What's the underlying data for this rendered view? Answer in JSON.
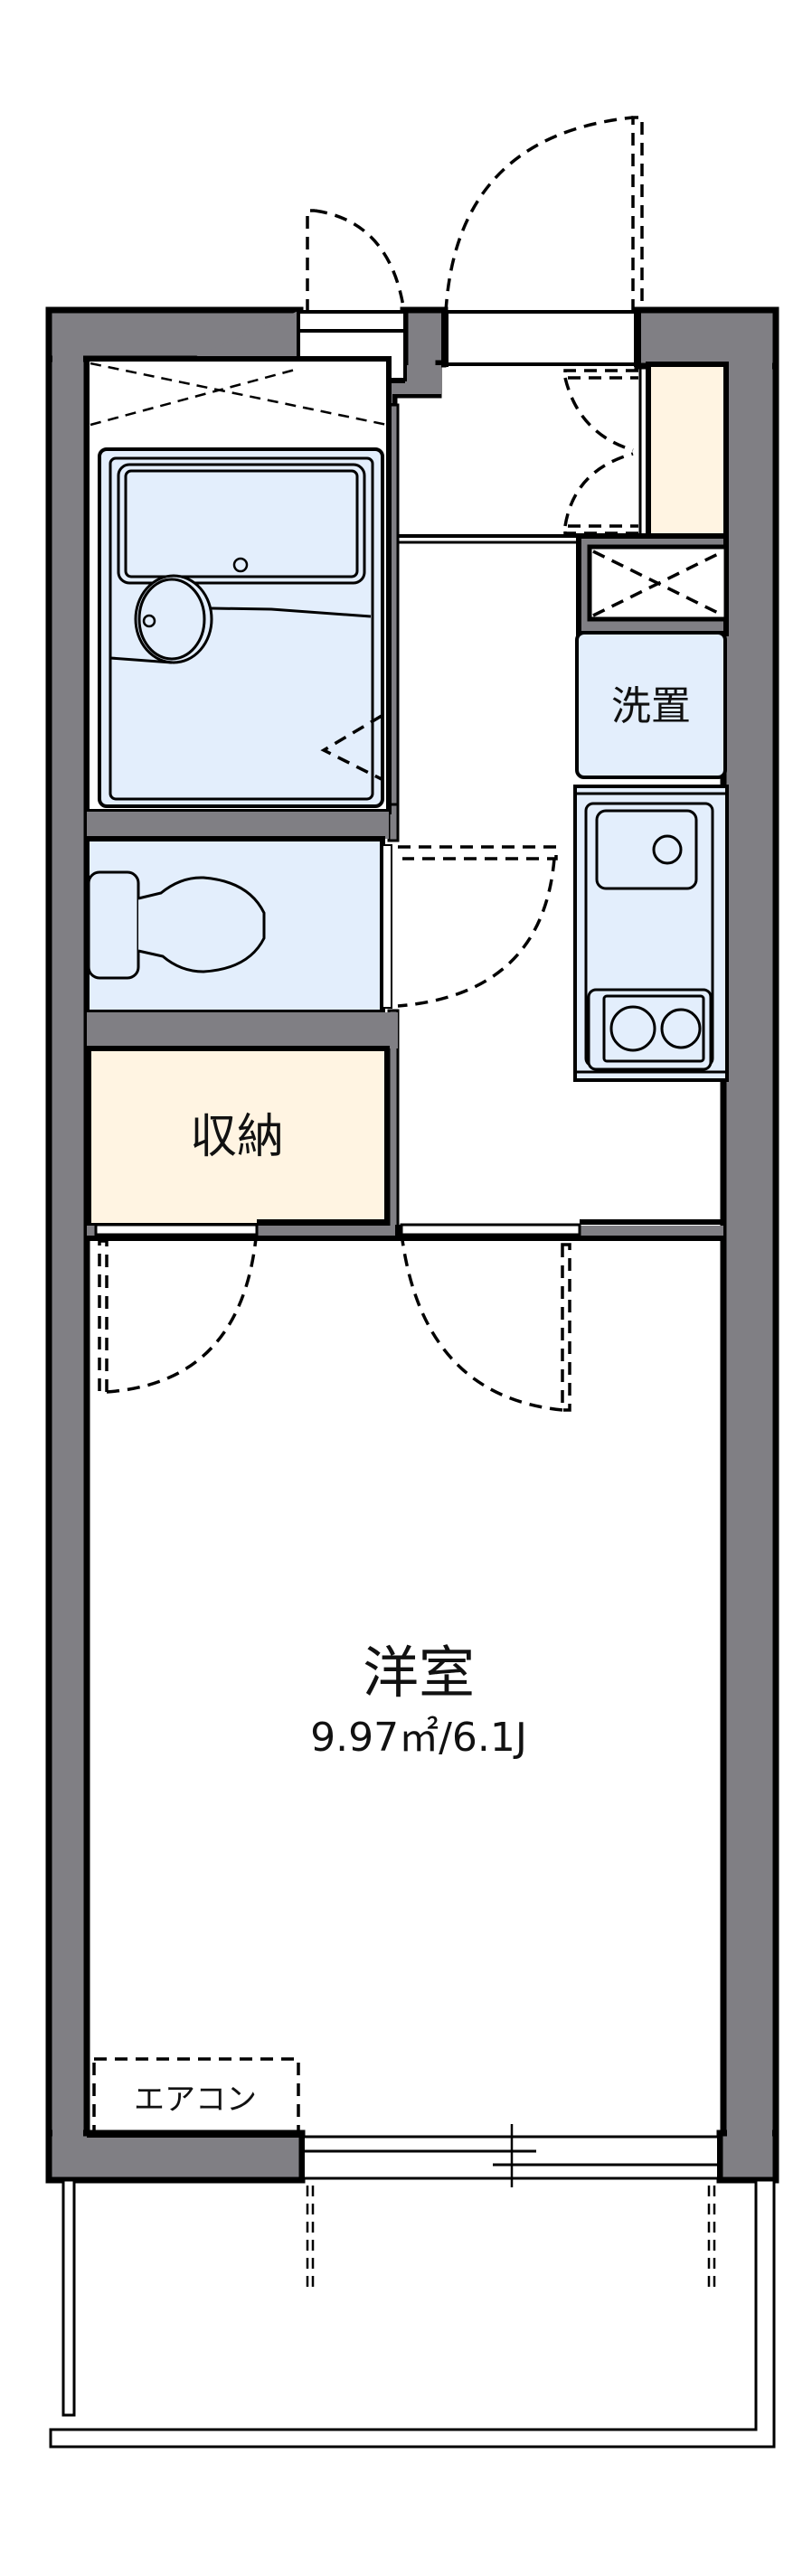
{
  "floor_plan": {
    "type": "apartment-1K",
    "colors": {
      "wall": "#807f84",
      "wet_area": "#e3eefc",
      "storage": "#fff4e2",
      "outline": "#000000",
      "floor": "#ffffff"
    },
    "rooms": {
      "western_room": {
        "label": "洋室",
        "area": "9.97㎡/6.1J"
      },
      "storage": {
        "label": "収納"
      },
      "washer": {
        "label": "洗置"
      },
      "air_conditioner": {
        "label": "エアコン"
      }
    },
    "fixtures": [
      {
        "name": "unit-bath",
        "desc": "bathtub with wash basin"
      },
      {
        "name": "toilet"
      },
      {
        "name": "kitchen-sink"
      },
      {
        "name": "two-burner-stove"
      },
      {
        "name": "shoe-cabinet"
      },
      {
        "name": "pipe-shaft"
      },
      {
        "name": "meter-box"
      }
    ],
    "openings": [
      {
        "name": "entrance-door",
        "type": "swing"
      },
      {
        "name": "meter-box-door",
        "type": "swing"
      },
      {
        "name": "shoe-cabinet-doors",
        "type": "double-swing"
      },
      {
        "name": "toilet-door",
        "type": "swing"
      },
      {
        "name": "bathroom-door",
        "type": "folding"
      },
      {
        "name": "storage-door",
        "type": "swing"
      },
      {
        "name": "room-door",
        "type": "swing"
      },
      {
        "name": "balcony-window",
        "type": "sliding"
      }
    ]
  }
}
